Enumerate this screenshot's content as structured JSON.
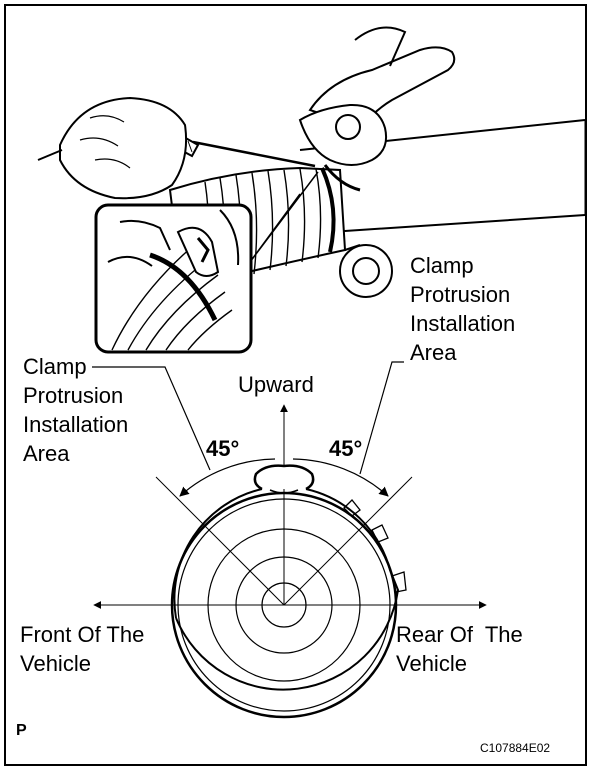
{
  "labels": {
    "clamp_area_right": [
      "Clamp",
      "Protrusion",
      "Installation",
      "Area"
    ],
    "clamp_area_left": [
      "Clamp",
      "Protrusion",
      "Installation",
      "Area"
    ],
    "upward": "Upward",
    "angle_left": "45°",
    "angle_right": "45°",
    "front": [
      "Front Of The",
      "Vehicle"
    ],
    "rear": [
      "Rear Of  The",
      "Vehicle"
    ],
    "corner_letter": "P",
    "figure_code": "C107884E02"
  }
}
